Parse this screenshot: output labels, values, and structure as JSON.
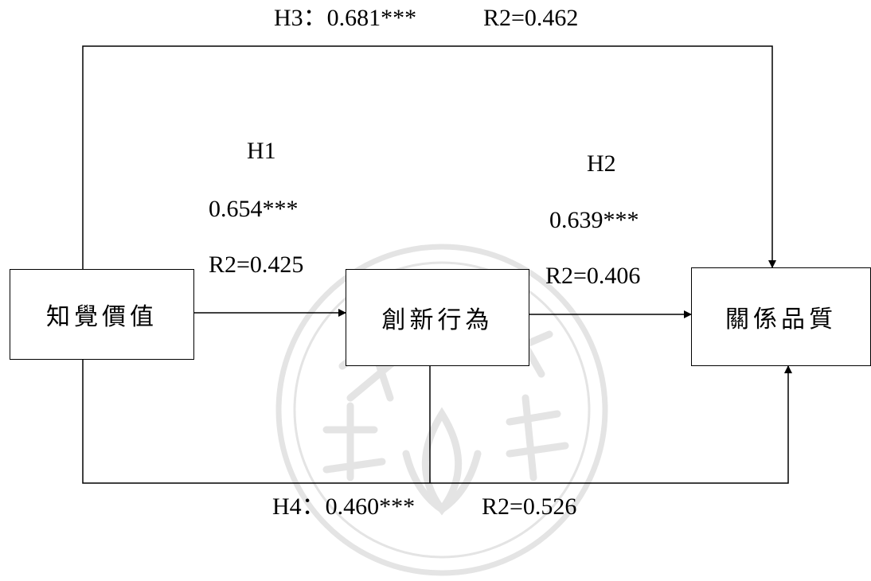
{
  "nodes": {
    "perceived_value": "知覺價值",
    "innovation_behavior": "創新行為",
    "relationship_quality": "關係品質"
  },
  "paths": {
    "h1": {
      "hypothesis": "H1",
      "coef": "0.654***",
      "r2": "R2=0.425"
    },
    "h2": {
      "hypothesis": "H2",
      "coef": "0.639***",
      "r2": "R2=0.406"
    },
    "h3": {
      "label": "H3：0.681***",
      "r2": "R2=0.462"
    },
    "h4": {
      "label": "H4：0.460***",
      "r2": "R2=0.526"
    }
  },
  "colors": {
    "line": "#000000",
    "watermark": "#e4e4e4"
  }
}
